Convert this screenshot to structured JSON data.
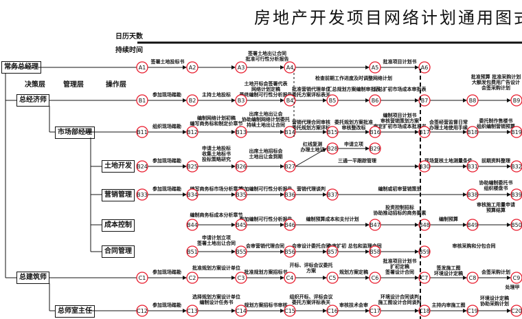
{
  "title": "房地产开发项目网络计划通用图式",
  "header": {
    "calendar_days": "日历天数",
    "duration": "持续时间"
  },
  "org": {
    "gm": "常务总经理",
    "levels": [
      "决策层",
      "管理层",
      "操作层"
    ],
    "chief_economist": "总经济师",
    "market_manager": "市场部经理",
    "land_dev": "土地开发",
    "sales_mgmt": "营销管理",
    "cost_control": "成本控制",
    "contract_mgmt": "合同管理",
    "chief_architect": "总建筑师",
    "chief_office": "总师室主任"
  },
  "colors": {
    "node": "#e8182a",
    "line": "#111111",
    "text": "#111111"
  },
  "nodes": [
    "A1",
    "A2",
    "A3",
    "A4",
    "A5",
    "A6",
    "B1",
    "B2",
    "B3",
    "B4",
    "B5",
    "B6",
    "B7",
    "B8",
    "B9",
    "B11",
    "B12",
    "B13",
    "B14",
    "B15",
    "B16",
    "B17",
    "B18",
    "B19",
    "B24",
    "B25",
    "B26",
    "B27",
    "B28",
    "B29",
    "B30",
    "B31",
    "B32",
    "B33",
    "B34",
    "B35",
    "B36",
    "B37",
    "B38",
    "B39",
    "B44",
    "B45",
    "B46",
    "B47",
    "B48",
    "B49",
    "B50",
    "B51",
    "B55",
    "B56",
    "B57",
    "B58",
    "B59",
    "C1",
    "C2",
    "C3",
    "C4",
    "C5",
    "C6",
    "C7",
    "C8",
    "C9",
    "C12",
    "C13",
    "C14",
    "C15",
    "C16",
    "C17",
    "C18",
    "C19",
    "C20"
  ],
  "labels": [
    "签署土地投标书",
    "签署土地出让合同\n批准可行性分析报告",
    "批准项目计划书",
    "检查前期工作进度及时调整网络计划",
    "批准预算  批准采购计划\n大额发包费用广告设计\n会签采购计划",
    "参加现场踏勘",
    "主持土地投标",
    "土地开标会签署代表\n网络计划定稿\n最终编制可行性分析报告",
    "批准营销代理单位\n委托方案评标表关",
    "汇总规划方案编制审批表",
    "汇总扩初市场成本审批表",
    "组织现场踏勘",
    "编制网络计划初稿\n编写商务标和制定价章节",
    "出席土地出让会\n协助编制网络计划委托\n持续土地出让合同",
    "营销代理合同审核\n委托规划方案评标",
    "委托规划方案批准\n审核整改标",
    "编制项目计划书\n审核营销策划方案\n审定扩初市场成本批准书",
    "会签经营监督日常\n办理土地使用手续",
    "委托制作售楼书\n组织编制营销预算",
    "参加现场踏勘",
    "申请土地投标\n收集土地标书\n投标策略研究",
    "出席土地招标会\n土地出让金到期",
    "红线复测\n办理土地证",
    "申请立项",
    "三通一平跟踪管理",
    "现场复核土地测量条件",
    "前期资料整理",
    "参加现场踏勘",
    "编写商务标市场分析章节",
    "参加编制可行性分析报告",
    "营销代理谈判",
    "编制或初审营销策划",
    "协助编制委托书\n组织楼盘书",
    "编制商务标成本分析章节",
    "参加编制可行性分析报告",
    "编制预算成本和支付计划",
    "投资控制招标\n协助推动招标的商务要素",
    "编制预算",
    "审核施工用量申请\n预算结算",
    "申请计划立项\n签署土地出让合同",
    "会审营销代理合同",
    "会审设计委托合同",
    "会审扩初 总包和监理合同",
    "审核采购和分包合同",
    "参加现场踏勘",
    "批准规划方案设计单位",
    "批准规划方案招标书",
    "开标、评标会议委托\n方案",
    "规划方案定稿",
    "批准项目计划书\n扩初定稿\n签署设计合同",
    "签发施工图\n环境设计定稿",
    "会签采购计划",
    "参加现场踏勘",
    "选择规划方案设计单位\n编制设计任务书",
    "规划方案招标书审核",
    "组织开标、评标会议\n委托方案评标表关",
    "审核技术会审",
    "环境设计合同谈判\n施工图设计合同谈判",
    "主持内审施工图",
    "环境设计定稿\n协助采购计划",
    "处理甲"
  ]
}
